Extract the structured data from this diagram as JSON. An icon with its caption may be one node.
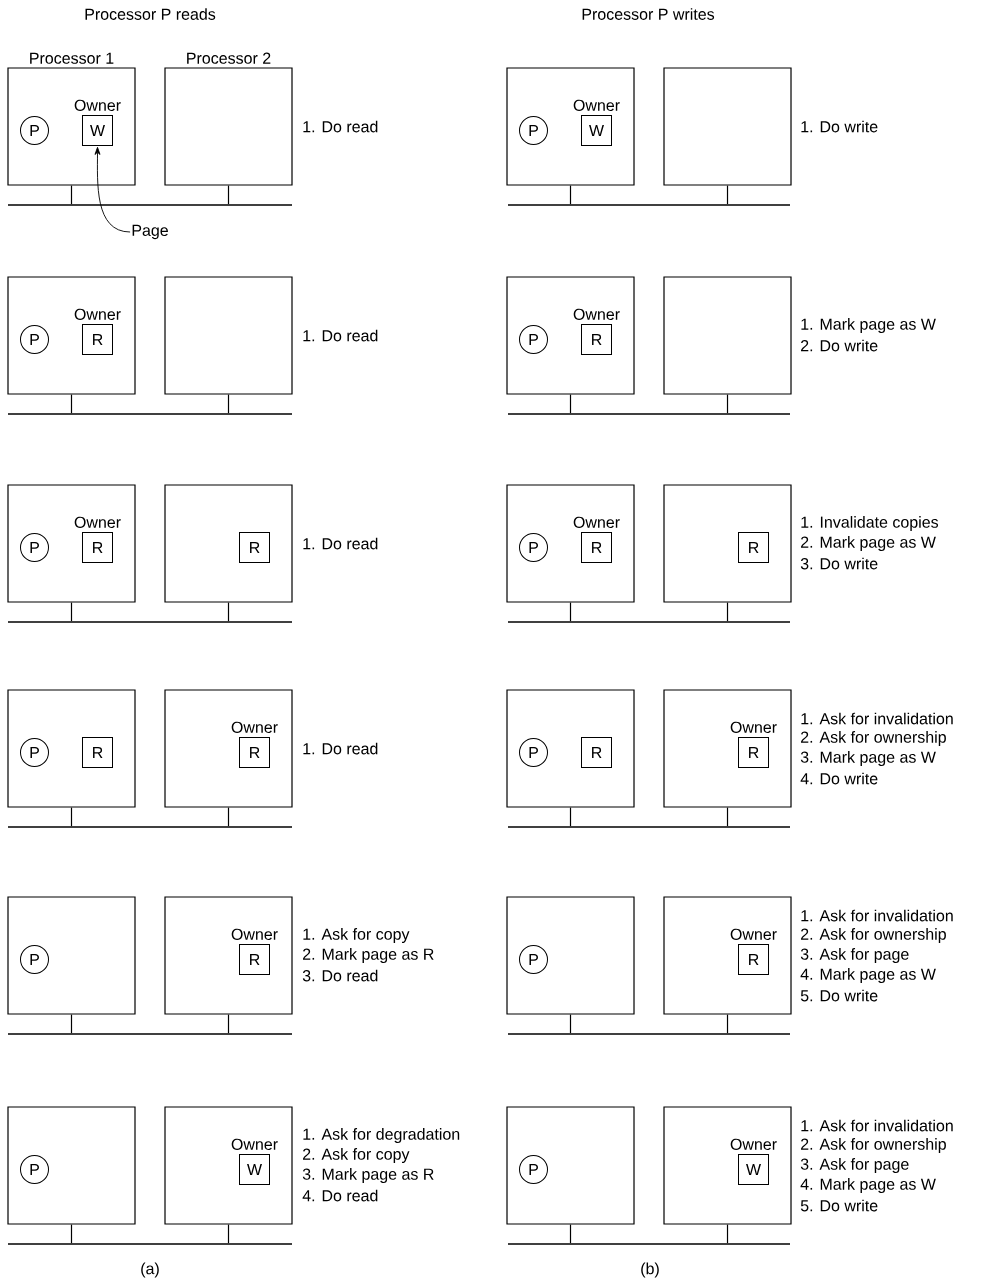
{
  "diagram": {
    "nodes": [
      {
        "text": [
          "Processor 1"
        ]
      },
      {
        "text": [
          "P"
        ],
        "in": 0
      },
      {
        "text": [
          "W"
        ],
        "in": 0,
        "beside": [
          "Owner"
        ]
      },
      {
        "text": [
          "Processor 2"
        ]
      },
      {
        "text": [
          "Page"
        ]
      },
      {
        "text": [],
        "shape": "box"
      },
      {
        "text": [
          "P"
        ],
        "in": 5
      },
      {
        "text": [
          "R"
        ],
        "in": 5,
        "beside": [
          "Owner"
        ]
      },
      {
        "text": [],
        "shape": "box"
      },
      {
        "text": [],
        "shape": "box"
      },
      {
        "text": [
          "P"
        ],
        "in": 9
      },
      {
        "text": [
          "R"
        ],
        "in": 9,
        "beside": [
          "Owner"
        ]
      },
      {
        "text": [],
        "shape": "box"
      },
      {
        "text": [
          "R"
        ],
        "in": 12
      },
      {
        "text": [],
        "shape": "box"
      },
      {
        "text": [
          "P"
        ],
        "in": 14
      },
      {
        "text": [
          "R"
        ],
        "in": 14
      },
      {
        "text": [],
        "shape": "box"
      },
      {
        "text": [
          "R"
        ],
        "in": 17,
        "beside": [
          "Owner"
        ]
      },
      {
        "text": [],
        "shape": "box"
      },
      {
        "text": [
          "P"
        ],
        "in": 19
      },
      {
        "text": [],
        "shape": "box"
      },
      {
        "text": [
          "R"
        ],
        "in": 21,
        "beside": [
          "Owner"
        ]
      },
      {
        "text": [],
        "shape": "box"
      },
      {
        "text": [
          "P"
        ],
        "in": 23
      },
      {
        "text": [],
        "shape": "box"
      },
      {
        "text": [
          "W"
        ],
        "in": 25,
        "beside": [
          "Owner"
        ]
      },
      {
        "text": [],
        "shape": "box"
      },
      {
        "text": [
          "P"
        ],
        "in": 27
      },
      {
        "text": [
          "W"
        ],
        "in": 27,
        "beside": [
          "Owner"
        ]
      },
      {
        "text": [],
        "shape": "box"
      },
      {
        "text": [],
        "shape": "box"
      },
      {
        "text": [
          "P"
        ],
        "in": 31
      },
      {
        "text": [
          "R"
        ],
        "in": 31,
        "beside": [
          "Owner"
        ]
      },
      {
        "text": [],
        "shape": "box"
      },
      {
        "text": [],
        "shape": "box"
      },
      {
        "text": [
          "P"
        ],
        "in": 35
      },
      {
        "text": [
          "R"
        ],
        "in": 35,
        "beside": [
          "Owner"
        ]
      },
      {
        "text": [],
        "shape": "box"
      },
      {
        "text": [
          "R"
        ],
        "in": 38
      },
      {
        "text": [],
        "shape": "box"
      },
      {
        "text": [
          "P"
        ],
        "in": 40
      },
      {
        "text": [
          "R"
        ],
        "in": 40
      },
      {
        "text": [],
        "shape": "box"
      },
      {
        "text": [
          "R"
        ],
        "in": 43,
        "beside": [
          "Owner"
        ]
      },
      {
        "text": [],
        "shape": "box"
      },
      {
        "text": [
          "P"
        ],
        "in": 45
      },
      {
        "text": [],
        "shape": "box"
      },
      {
        "text": [
          "R"
        ],
        "in": 47,
        "beside": [
          "Owner"
        ]
      },
      {
        "text": [],
        "shape": "box"
      },
      {
        "text": [
          "P"
        ],
        "in": 49
      },
      {
        "text": [],
        "shape": "box"
      },
      {
        "text": [
          "W"
        ],
        "in": 51,
        "beside": [
          "Owner"
        ]
      },
      {
        "text": [],
        "shape": "bar"
      },
      {
        "text": [],
        "shape": "bar"
      },
      {
        "text": [],
        "shape": "bar"
      },
      {
        "text": [],
        "shape": "bar"
      },
      {
        "text": [],
        "shape": "bar"
      },
      {
        "text": [],
        "shape": "bar"
      },
      {
        "text": [],
        "shape": "bar"
      },
      {
        "text": [],
        "shape": "bar"
      },
      {
        "text": [],
        "shape": "bar"
      },
      {
        "text": [],
        "shape": "bar"
      },
      {
        "text": [],
        "shape": "bar"
      },
      {
        "text": [],
        "shape": "bar"
      }
    ],
    "edges": [
      {
        "from": 4,
        "to": 2,
        "arrow": "to"
      },
      {
        "from": 0,
        "to": 53,
        "arrow": "none"
      },
      {
        "from": 3,
        "to": 53,
        "arrow": "none"
      },
      {
        "from": 5,
        "to": 54,
        "arrow": "none"
      },
      {
        "from": 8,
        "to": 54,
        "arrow": "none"
      },
      {
        "from": 9,
        "to": 55,
        "arrow": "none"
      },
      {
        "from": 12,
        "to": 55,
        "arrow": "none"
      },
      {
        "from": 14,
        "to": 56,
        "arrow": "none"
      },
      {
        "from": 17,
        "to": 56,
        "arrow": "none"
      },
      {
        "from": 19,
        "to": 57,
        "arrow": "none"
      },
      {
        "from": 21,
        "to": 57,
        "arrow": "none"
      },
      {
        "from": 23,
        "to": 58,
        "arrow": "none"
      },
      {
        "from": 25,
        "to": 58,
        "arrow": "none"
      },
      {
        "from": 27,
        "to": 59,
        "arrow": "none"
      },
      {
        "from": 30,
        "to": 59,
        "arrow": "none"
      },
      {
        "from": 31,
        "to": 60,
        "arrow": "none"
      },
      {
        "from": 34,
        "to": 60,
        "arrow": "none"
      },
      {
        "from": 35,
        "to": 61,
        "arrow": "none"
      },
      {
        "from": 38,
        "to": 61,
        "arrow": "none"
      },
      {
        "from": 40,
        "to": 62,
        "arrow": "none"
      },
      {
        "from": 43,
        "to": 62,
        "arrow": "none"
      },
      {
        "from": 45,
        "to": 63,
        "arrow": "none"
      },
      {
        "from": 47,
        "to": 63,
        "arrow": "none"
      },
      {
        "from": 49,
        "to": 64,
        "arrow": "none"
      },
      {
        "from": 51,
        "to": 64,
        "arrow": "none"
      }
    ],
    "labels": [
      "Processor P reads",
      "Processor P writes",
      "1. Do read",
      "1. Do write",
      "1. Do read",
      "1. Mark page as W",
      "2. Do write",
      "1. Do read",
      "1. Invalidate copies",
      "2. Mark page as W",
      "3. Do write",
      "1. Do read",
      "1. Ask for invalidation",
      "2. Ask for ownership",
      "3. Mark page as W",
      "4. Do write",
      "1. Ask for copy",
      "2. Mark page as R",
      "3. Do read",
      "1. Ask for invalidation",
      "2. Ask for ownership",
      "3. Ask for page",
      "4. Mark page as W",
      "5. Do write",
      "1. Ask for degradation",
      "2. Ask for copy",
      "3. Mark page as R",
      "4. Do read",
      "1. Ask for invalidation",
      "2. Ask for ownership",
      "3. Ask for page",
      "4. Mark page as W",
      "5. Do write",
      "(a)",
      "(b)"
    ]
  }
}
